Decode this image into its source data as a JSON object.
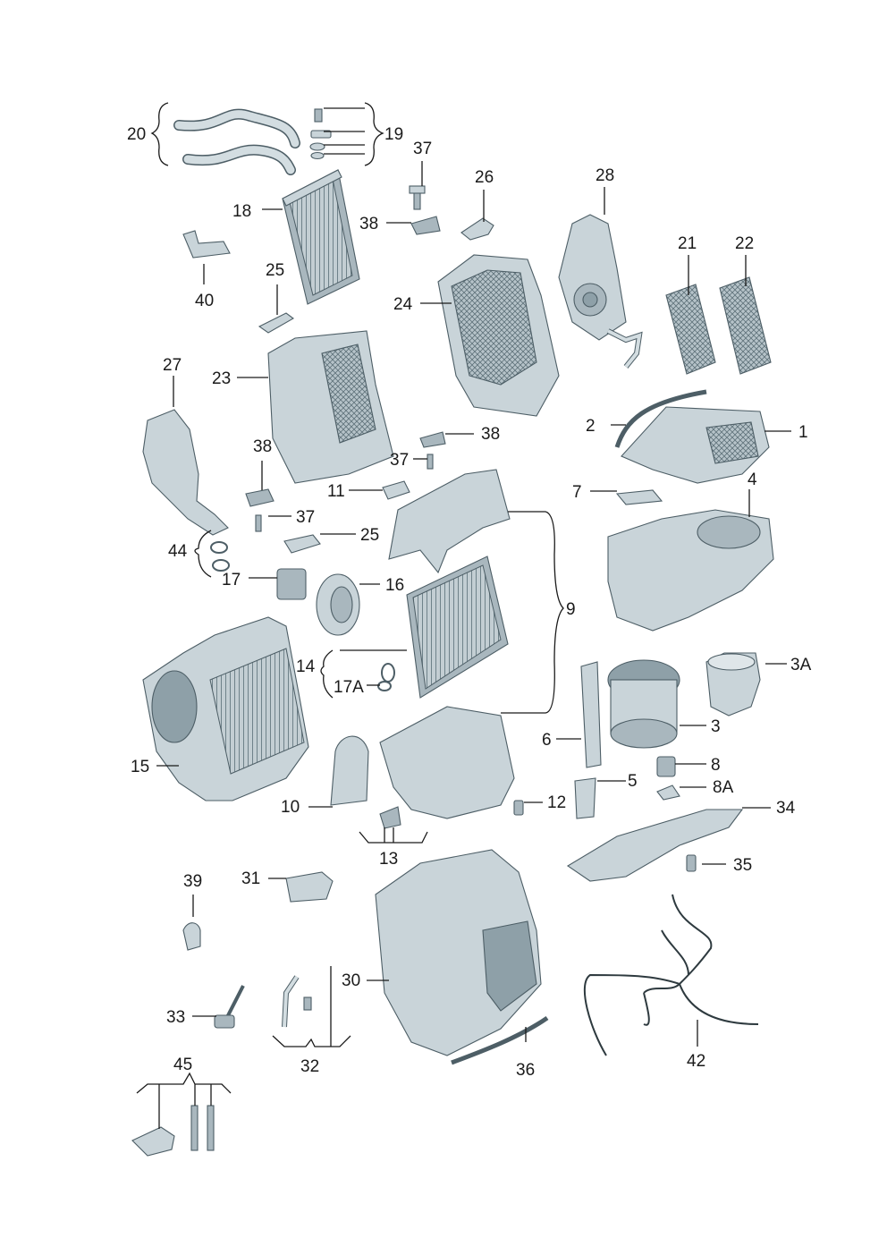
{
  "callouts": {
    "c1": "1",
    "c2": "2",
    "c3": "3",
    "c3A": "3A",
    "c4": "4",
    "c5": "5",
    "c6": "6",
    "c7": "7",
    "c8": "8",
    "c8A": "8A",
    "c9": "9",
    "c10": "10",
    "c11": "11",
    "c12": "12",
    "c13": "13",
    "c14": "14",
    "c15": "15",
    "c16": "16",
    "c17": "17",
    "c17A": "17A",
    "c18": "18",
    "c19": "19",
    "c20": "20",
    "c21": "21",
    "c22": "22",
    "c23": "23",
    "c24": "24",
    "c25a": "25",
    "c25b": "25",
    "c26": "26",
    "c27": "27",
    "c28": "28",
    "c30": "30",
    "c31": "31",
    "c32": "32",
    "c33": "33",
    "c34": "34",
    "c35": "35",
    "c36": "36",
    "c37a": "37",
    "c37b": "37",
    "c37c": "37",
    "c38a": "38",
    "c38b": "38",
    "c38c": "38",
    "c39": "39",
    "c40": "40",
    "c42": "42",
    "c44": "44",
    "c45": "45"
  },
  "colors": {
    "part_light": "#c9d4d9",
    "part_mid": "#a9b7be",
    "part_dark": "#8ea0a8",
    "outline": "#4d5e66",
    "label": "#1a1a1a"
  }
}
